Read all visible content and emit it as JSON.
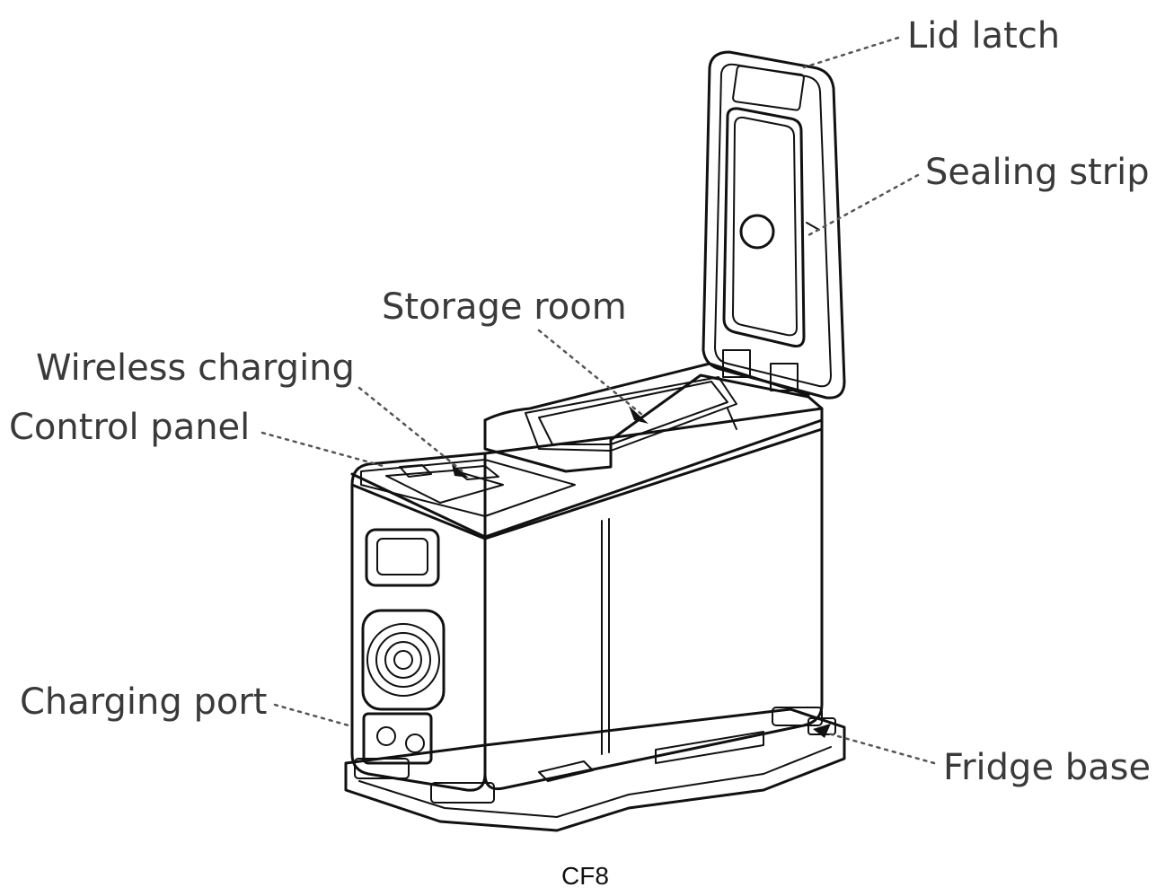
{
  "labels": {
    "lid_latch": "Lid latch",
    "sealing_strip": "Sealing strip",
    "storage_room": "Storage room",
    "wireless_charging": "Wireless charging",
    "control_panel": "Control panel",
    "charging_port": "Charging port",
    "fridge_base": "Fridge base"
  },
  "caption": "CF8",
  "colors": {
    "line": "#111111",
    "label_text": "#3a3a3a",
    "background": "#ffffff"
  }
}
